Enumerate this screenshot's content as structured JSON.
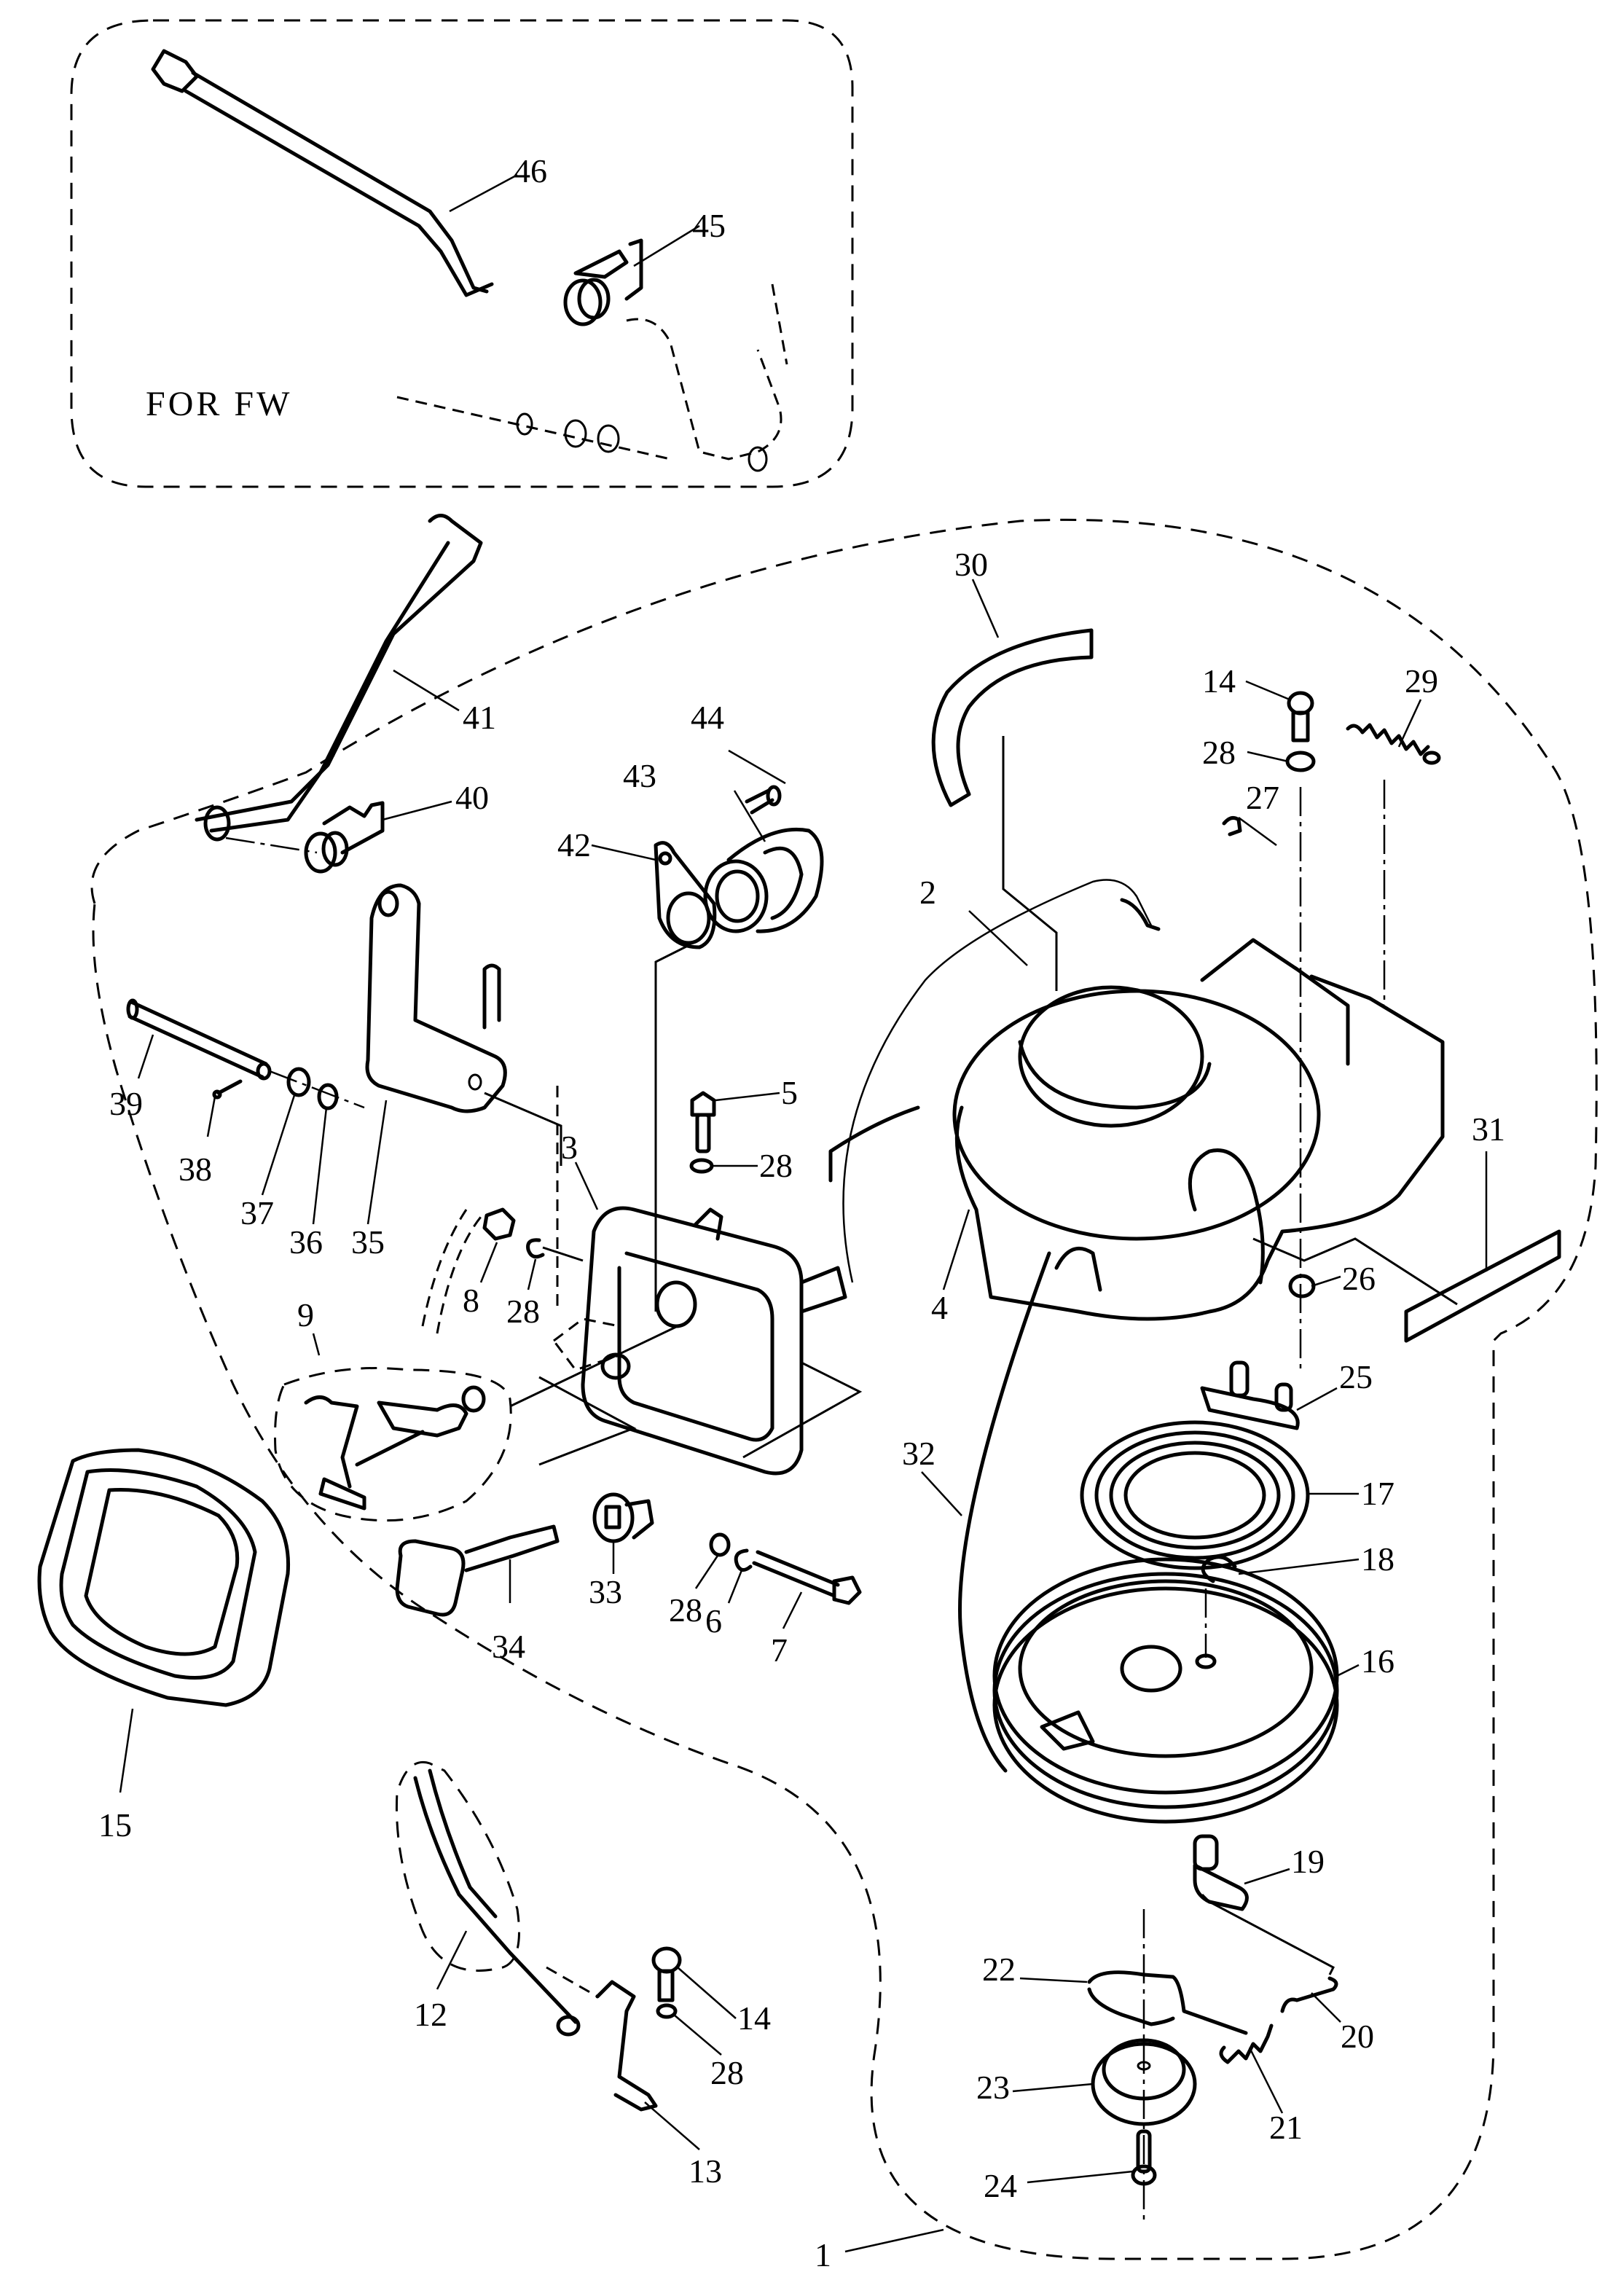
{
  "diagram": {
    "type": "exploded-parts-diagram",
    "subject": "Recoil starter assembly with choke linkage",
    "inset_note": "FOR FW",
    "callouts": {
      "p1": "1",
      "p2": "2",
      "p3": "3",
      "p4": "4",
      "p5": "5",
      "p6": "6",
      "p7": "7",
      "p8": "8",
      "p9": "9",
      "p12": "12",
      "p13": "13",
      "p14a": "14",
      "p14b": "14",
      "p15": "15",
      "p16": "16",
      "p17": "17",
      "p18": "18",
      "p19": "19",
      "p20": "20",
      "p21": "21",
      "p22": "22",
      "p23": "23",
      "p24": "24",
      "p25": "25",
      "p26": "26",
      "p27": "27",
      "p28a": "28",
      "p28b": "28",
      "p28c": "28",
      "p28d": "28",
      "p28e": "28",
      "p29": "29",
      "p30": "30",
      "p31": "31",
      "p32": "32",
      "p33": "33",
      "p34": "34",
      "p35": "35",
      "p36": "36",
      "p37": "37",
      "p38": "38",
      "p39": "39",
      "p40": "40",
      "p41": "41",
      "p42": "42",
      "p43": "43",
      "p44": "44",
      "p45": "45",
      "p46": "46"
    },
    "part_numbers": [
      "1",
      "2",
      "3",
      "4",
      "5",
      "6",
      "7",
      "8",
      "9",
      "12",
      "13",
      "14",
      "15",
      "16",
      "17",
      "18",
      "19",
      "20",
      "21",
      "22",
      "23",
      "24",
      "25",
      "26",
      "27",
      "28",
      "29",
      "30",
      "31",
      "32",
      "33",
      "34",
      "35",
      "36",
      "37",
      "38",
      "39",
      "40",
      "41",
      "42",
      "43",
      "44",
      "45",
      "46"
    ]
  }
}
